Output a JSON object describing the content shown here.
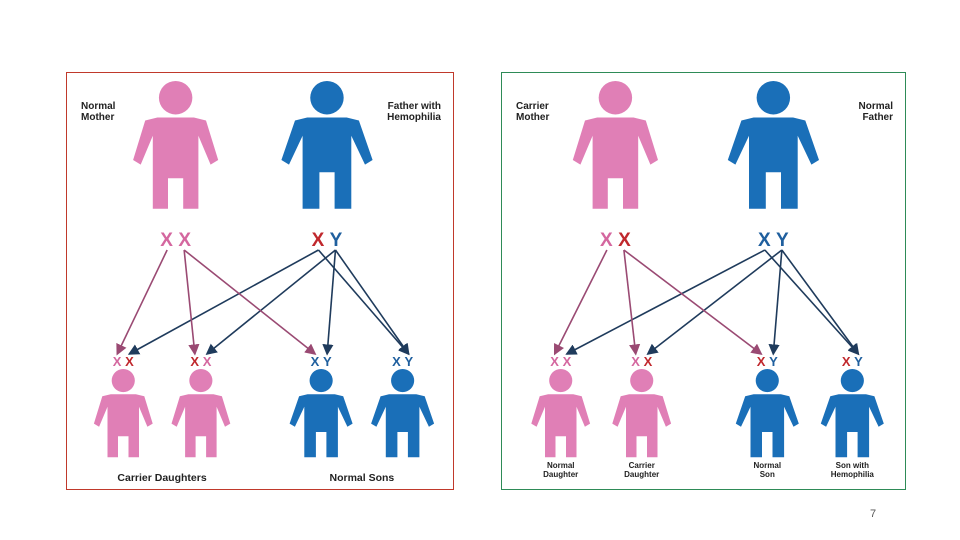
{
  "colors": {
    "pink": "#e07fb6",
    "blue": "#1a6fb8",
    "affected_x": "#c0282d",
    "normal_x_pink": "#d4679f",
    "normal_chrom_blue": "#1f5f9e",
    "arrow_pink": "#9a4a73",
    "arrow_blue": "#1f3b5c"
  },
  "panels": [
    {
      "parents": [
        {
          "label_lines": [
            "Normal",
            "Mother"
          ],
          "sex": "female",
          "chromosomes": [
            {
              "t": "X",
              "affected": false
            },
            {
              "t": "X",
              "affected": false
            }
          ]
        },
        {
          "label_lines": [
            "Father with",
            "Hemophilia"
          ],
          "sex": "male",
          "chromosomes": [
            {
              "t": "X",
              "affected": true
            },
            {
              "t": "Y",
              "affected": false
            }
          ]
        }
      ],
      "children": [
        {
          "sex": "female",
          "chromosomes": [
            {
              "t": "X",
              "affected": false
            },
            {
              "t": "X",
              "affected": true
            }
          ],
          "label_lines": []
        },
        {
          "sex": "female",
          "chromosomes": [
            {
              "t": "X",
              "affected": true
            },
            {
              "t": "X",
              "affected": false
            }
          ],
          "label_lines": []
        },
        {
          "sex": "male",
          "chromosomes": [
            {
              "t": "X",
              "affected": false
            },
            {
              "t": "Y",
              "affected": false
            }
          ],
          "label_lines": []
        },
        {
          "sex": "male",
          "chromosomes": [
            {
              "t": "X",
              "affected": false
            },
            {
              "t": "Y",
              "affected": false
            }
          ],
          "label_lines": []
        }
      ],
      "group_labels": [
        "Carrier Daughters",
        "Normal Sons"
      ],
      "arrows": [
        [
          0,
          0,
          1
        ],
        [
          0,
          1,
          3
        ],
        [
          1,
          0,
          2
        ],
        [
          1,
          1,
          4
        ],
        [
          2,
          0,
          0
        ],
        [
          2,
          1,
          2
        ],
        [
          3,
          1,
          1
        ],
        [
          3,
          1,
          3
        ]
      ]
    },
    {
      "parents": [
        {
          "label_lines": [
            "Carrier",
            "Mother"
          ],
          "sex": "female",
          "chromosomes": [
            {
              "t": "X",
              "affected": false
            },
            {
              "t": "X",
              "affected": true
            }
          ]
        },
        {
          "label_lines": [
            "Normal",
            "Father"
          ],
          "sex": "male",
          "chromosomes": [
            {
              "t": "X",
              "affected": false
            },
            {
              "t": "Y",
              "affected": false
            }
          ]
        }
      ],
      "children": [
        {
          "sex": "female",
          "chromosomes": [
            {
              "t": "X",
              "affected": false
            },
            {
              "t": "X",
              "affected": false
            }
          ],
          "label_lines": [
            "Normal",
            "Daughter"
          ]
        },
        {
          "sex": "female",
          "chromosomes": [
            {
              "t": "X",
              "affected": false
            },
            {
              "t": "X",
              "affected": true
            }
          ],
          "label_lines": [
            "Carrier",
            "Daughter"
          ]
        },
        {
          "sex": "male",
          "chromosomes": [
            {
              "t": "X",
              "affected": true
            },
            {
              "t": "Y",
              "affected": false
            }
          ],
          "label_lines": [
            "Normal",
            "Son"
          ]
        },
        {
          "sex": "male",
          "chromosomes": [
            {
              "t": "X",
              "affected": true
            },
            {
              "t": "Y",
              "affected": false
            }
          ],
          "label_lines": [
            "Son with",
            "Hemophilia"
          ]
        }
      ],
      "group_labels": [],
      "arrows": [
        [
          0,
          0,
          1
        ],
        [
          0,
          1,
          3
        ],
        [
          1,
          0,
          2
        ],
        [
          1,
          1,
          4
        ],
        [
          2,
          0,
          0
        ],
        [
          2,
          1,
          2
        ],
        [
          3,
          1,
          1
        ],
        [
          3,
          1,
          3
        ]
      ]
    }
  ],
  "page_number": "7"
}
